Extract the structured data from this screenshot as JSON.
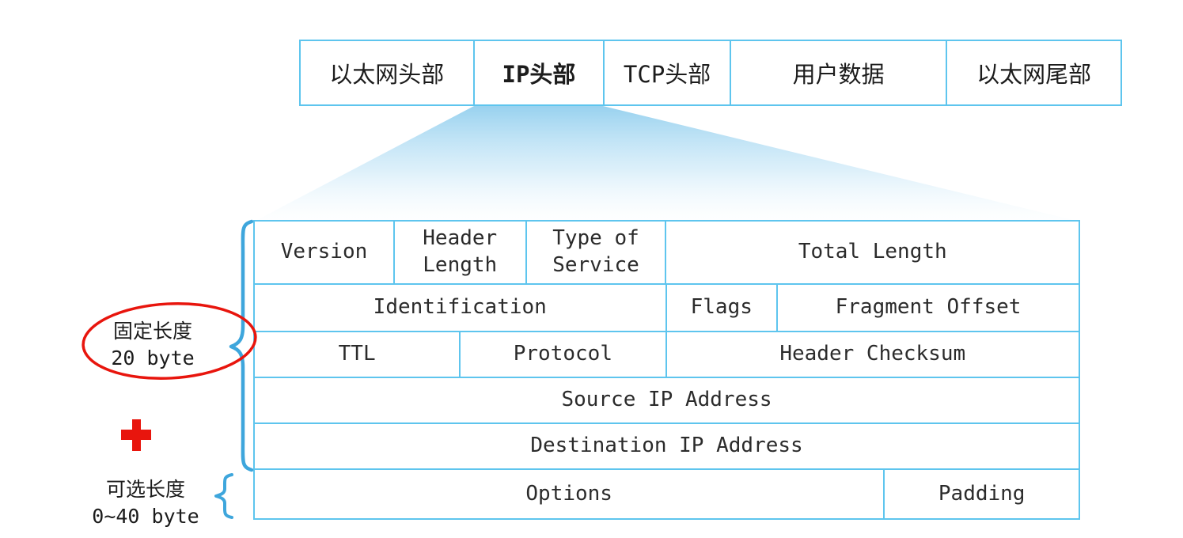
{
  "frame_bar": {
    "cells": [
      {
        "label": "以太网头部"
      },
      {
        "label": "IP头部"
      },
      {
        "label": "TCP头部"
      },
      {
        "label": "用户数据"
      },
      {
        "label": "以太网尾部"
      }
    ]
  },
  "ip_table": {
    "rows": [
      {
        "cells": [
          {
            "label": "Version"
          },
          {
            "label": "Header Length"
          },
          {
            "label": "Type of Service"
          },
          {
            "label": "Total Length"
          }
        ]
      },
      {
        "cells": [
          {
            "label": "Identification"
          },
          {
            "label": "Flags"
          },
          {
            "label": "Fragment Offset"
          }
        ]
      },
      {
        "cells": [
          {
            "label": "TTL"
          },
          {
            "label": "Protocol"
          },
          {
            "label": "Header Checksum"
          }
        ]
      },
      {
        "cells": [
          {
            "label": "Source IP Address"
          }
        ]
      },
      {
        "cells": [
          {
            "label": "Destination IP Address"
          }
        ]
      },
      {
        "cells": [
          {
            "label": "Options"
          },
          {
            "label": "Padding"
          }
        ]
      }
    ]
  },
  "annotations": {
    "fixed_length_line1": "固定长度",
    "fixed_length_line2": "20 byte",
    "optional_length_line1": "可选长度",
    "optional_length_line2": "0~40 byte"
  },
  "colors": {
    "table_border": "#5ec5ee",
    "annotation_red": "#e8150d",
    "brace_blue": "#3ea6dc",
    "funnel_top": "#93cfee",
    "funnel_bottom": "#eef8fd"
  }
}
